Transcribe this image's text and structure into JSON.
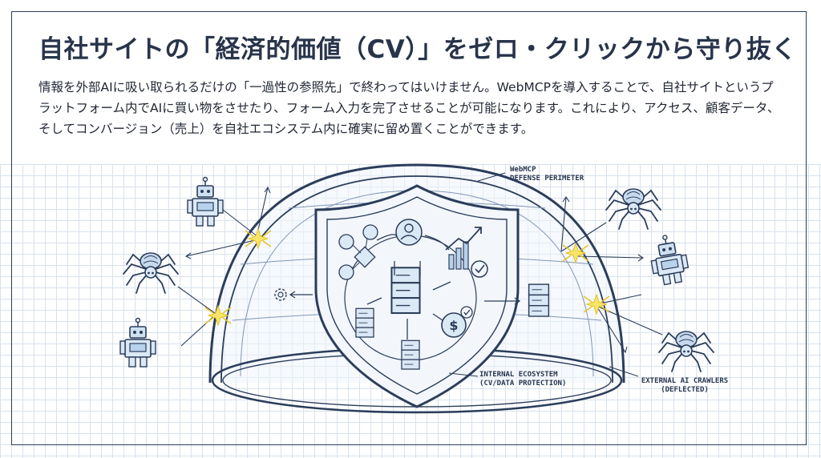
{
  "title": "自社サイトの「経済的価値（CV）」をゼロ・クリックから守り抜く",
  "description": "情報を外部AIに吸い取られるだけの「一過性の参照先」で終わってはいけません。WebMCPを導入することで、自社サイトというプラットフォーム内でAIに買い物をさせたり、フォーム入力を完了させることが可能になります。これにより、アクセス、顧客データ、そしてコンバージョン（売上）を自社エコシステム内に確実に留め置くことができます。",
  "labels": {
    "perimeter_line1": "WebMCP",
    "perimeter_line2": "DEFENSE PERIMETER",
    "internal_line1": "INTERNAL ECOSYSTEM",
    "internal_line2": "(CV/DATA PROTECTION)",
    "external_line1": "EXTERNAL AI CRAWLERS",
    "external_line2": "(DEFLECTED)"
  },
  "colors": {
    "ink": "#2b3d5a",
    "spark": "#f2d43a",
    "grid": "#d7e2ee"
  }
}
